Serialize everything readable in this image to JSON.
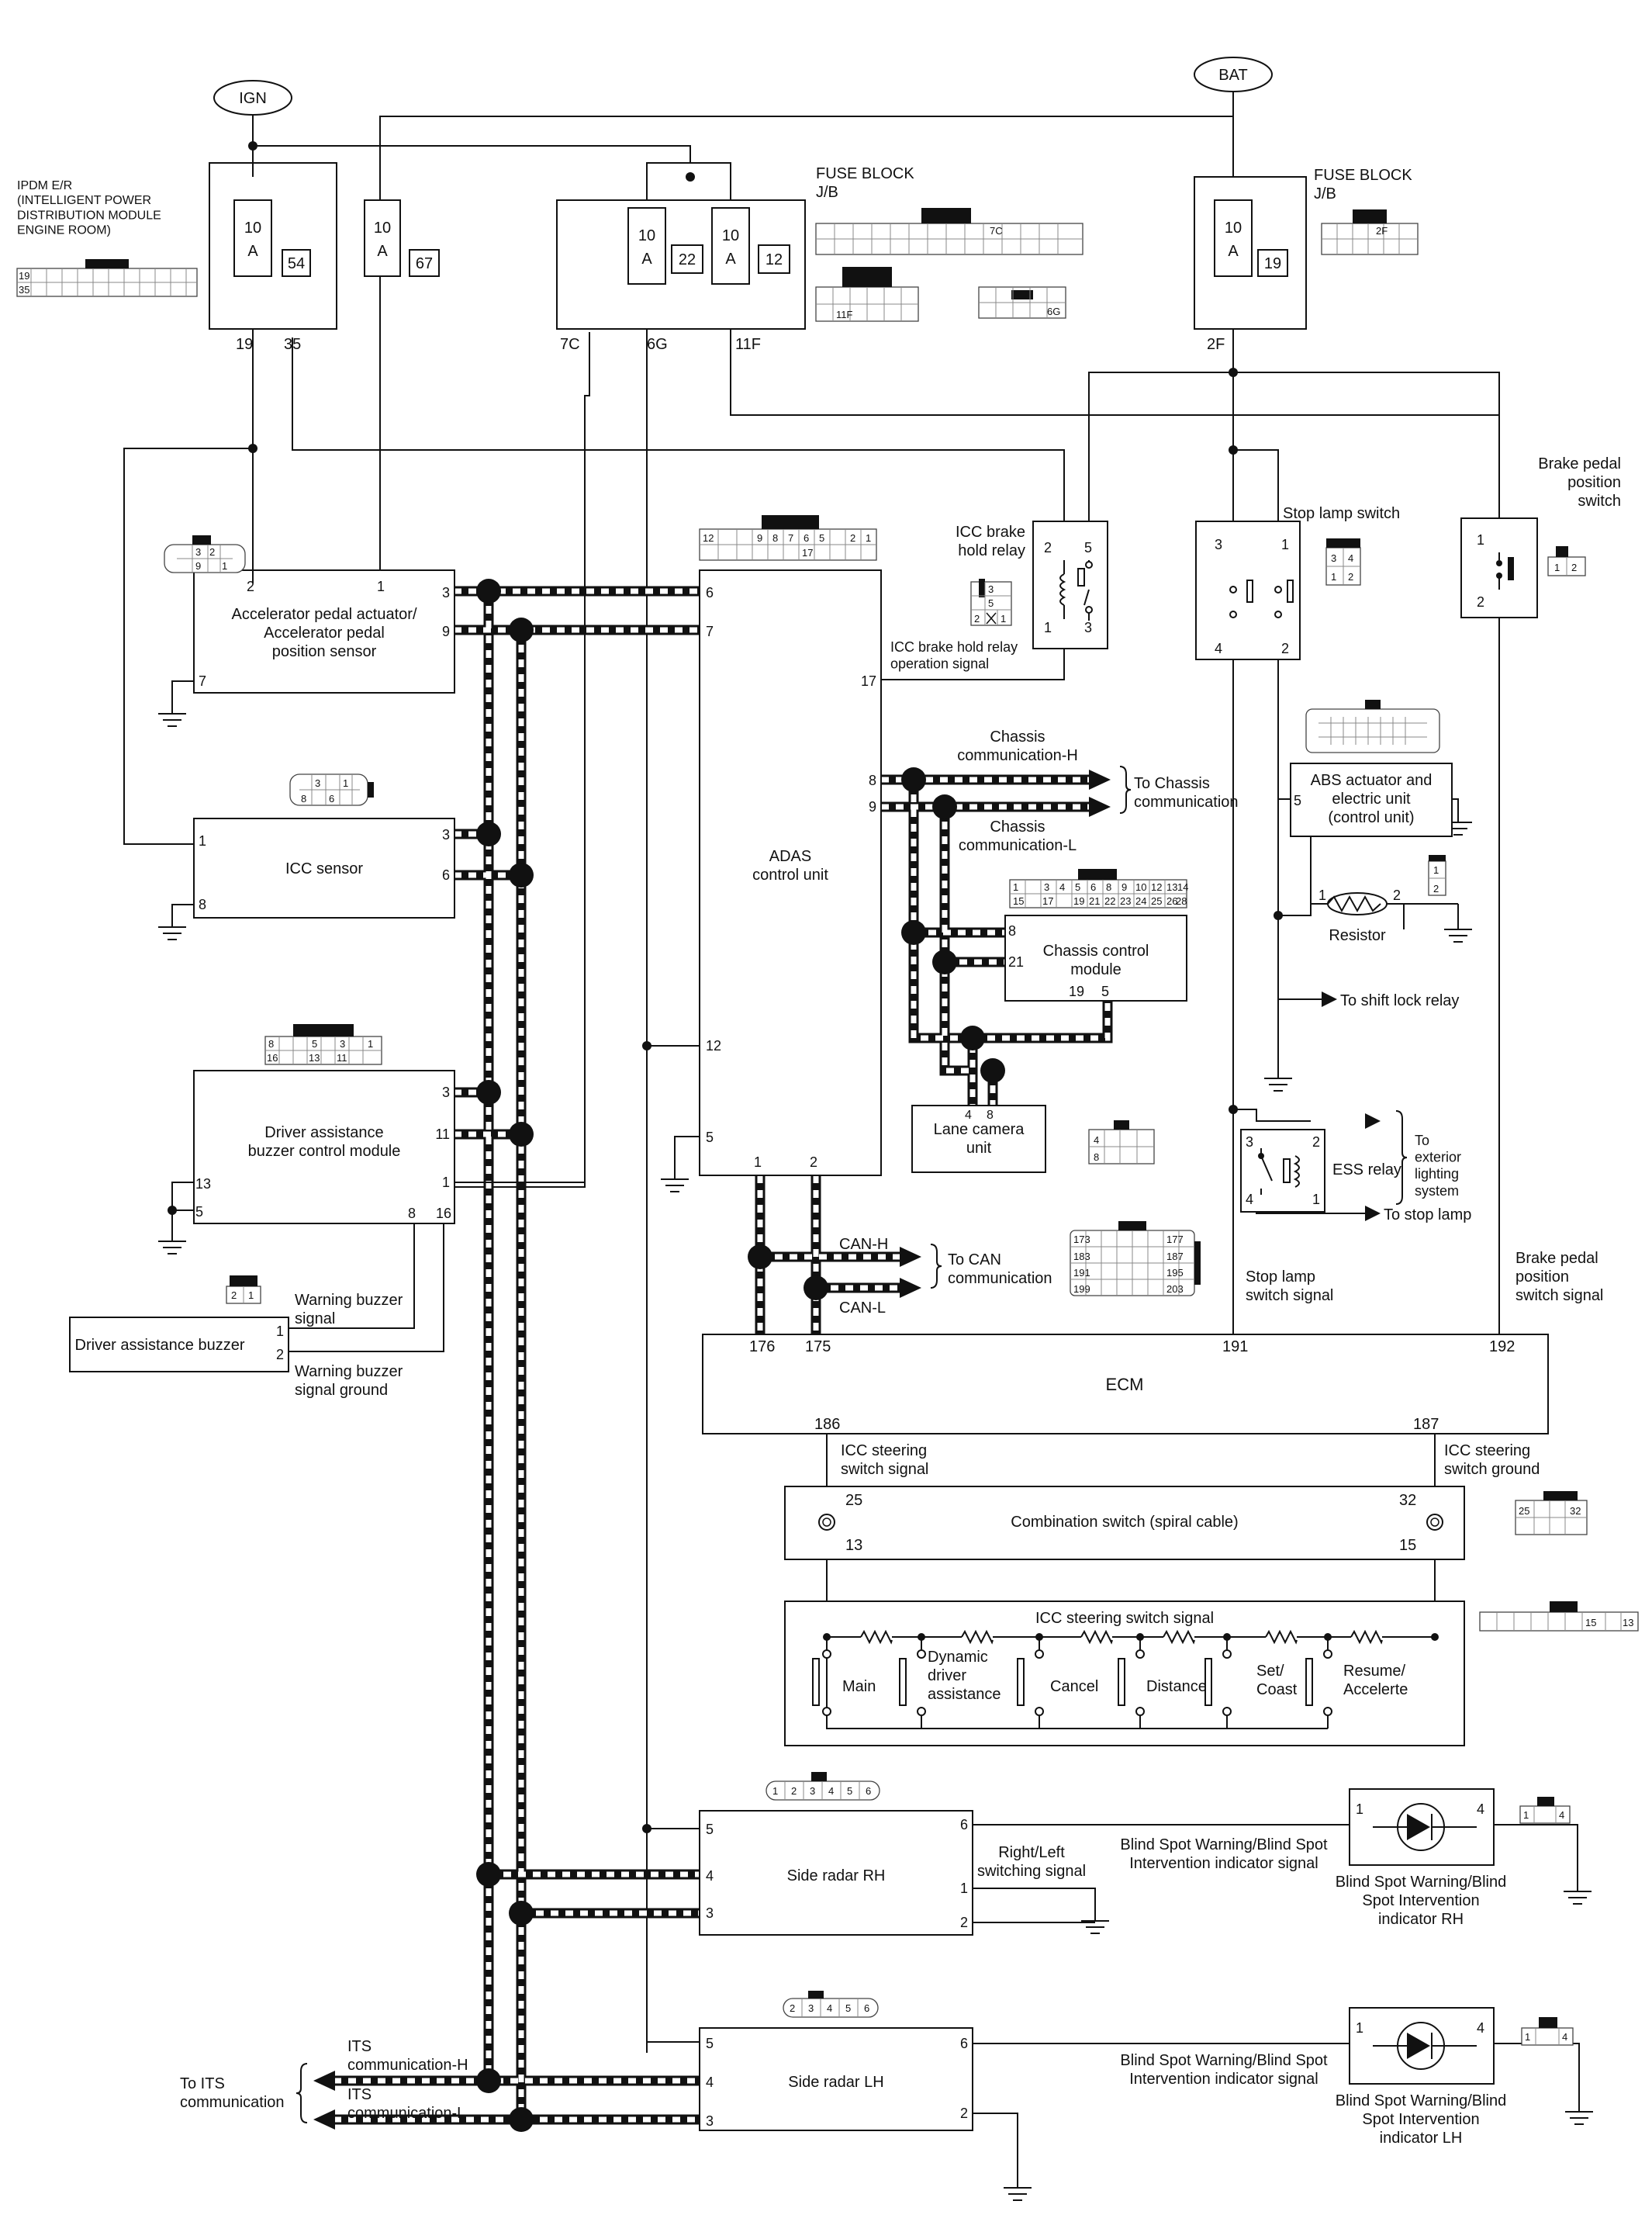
{
  "power": {
    "ign": "IGN",
    "bat": "BAT"
  },
  "ipdm": {
    "title": "IPDM E/R\n(INTELLIGENT POWER\nDISTRIBUTION MODULE\nENGINE ROOM)",
    "fuse54_a": "10",
    "fuse54_b": "A",
    "fuse54_no": "54",
    "fuse67_a": "10",
    "fuse67_b": "A",
    "fuse67_no": "67",
    "pin19": "19",
    "pin35": "35",
    "conn_pins": [
      "19",
      "35"
    ]
  },
  "fuse_block_center": {
    "title": "FUSE BLOCK\nJ/B",
    "fuse22_a": "10",
    "fuse22_b": "A",
    "fuse22_no": "22",
    "fuse12_a": "10",
    "fuse12_b": "A",
    "fuse12_no": "12",
    "pin7c": "7C",
    "pin6g": "6G",
    "pin11f": "11F",
    "conn_7c": "7C",
    "conn_11f": "11F",
    "conn_6g": "6G"
  },
  "fuse_block_right": {
    "title": "FUSE BLOCK\nJ/B",
    "fuse19_a": "10",
    "fuse19_b": "A",
    "fuse19_no": "19",
    "pin2f": "2F",
    "conn": "2F"
  },
  "accel": {
    "name": "Accelerator pedal actuator/\nAccelerator pedal\nposition sensor",
    "p2": "2",
    "p1": "1",
    "p3": "3",
    "p9": "9",
    "p7": "7",
    "conn": [
      "3",
      "2",
      "9",
      "1"
    ]
  },
  "icc_sensor": {
    "name": "ICC sensor",
    "p1": "1",
    "p3": "3",
    "p6": "6",
    "p8": "8",
    "conn": [
      "3",
      "1",
      "8",
      "6"
    ]
  },
  "buzzer_module": {
    "name": "Driver assistance\nbuzzer control module",
    "p3": "3",
    "p11": "11",
    "p13": "13",
    "p5": "5",
    "p1": "1",
    "p8": "8",
    "p16": "16",
    "conn_top": [
      "8",
      "5",
      "3",
      "1"
    ],
    "conn_bot": [
      "16",
      "13",
      "11"
    ]
  },
  "buzzer": {
    "name": "Driver assistance buzzer",
    "p1": "1",
    "p2": "2",
    "sig": "Warning buzzer\nsignal",
    "gnd": "Warning buzzer\nsignal ground",
    "conn": [
      "2",
      "1"
    ]
  },
  "adas": {
    "name": "ADAS\ncontrol unit",
    "p6": "6",
    "p7": "7",
    "p17": "17",
    "p8": "8",
    "p9": "9",
    "p12": "12",
    "p5": "5",
    "b1": "1",
    "b2": "2",
    "conn_top": [
      "12",
      "9",
      "8",
      "7",
      "6",
      "5",
      "2",
      "1"
    ],
    "conn_bot": "17"
  },
  "icc_relay": {
    "name": "ICC brake\nhold relay",
    "p2": "2",
    "p5": "5",
    "p1": "1",
    "p3": "3",
    "sig": "ICC brake hold relay\noperation signal",
    "conn": [
      "3",
      "5",
      "2",
      "1"
    ]
  },
  "stop_switch": {
    "name": "Stop lamp switch",
    "p3": "3",
    "p1": "1",
    "p4": "4",
    "p2": "2",
    "conn": [
      "3",
      "4",
      "1",
      "2"
    ]
  },
  "brake_switch": {
    "name": "Brake pedal\nposition\nswitch",
    "p1": "1",
    "p2": "2",
    "conn": [
      "1",
      "2"
    ]
  },
  "chassis_comm": {
    "h": "Chassis\ncommunication-H",
    "l": "Chassis\ncommunication-L",
    "to": "To Chassis\ncommunication"
  },
  "abs": {
    "name": "ABS actuator and\nelectric unit\n(control unit)",
    "p5": "5"
  },
  "ccm": {
    "name": "Chassis control\nmodule",
    "p8": "8",
    "p21": "21",
    "p19": "19",
    "p5": "5",
    "conn_top": [
      "1",
      "3",
      "4",
      "5",
      "6",
      "8",
      "9",
      "10",
      "12",
      "13",
      "14"
    ],
    "conn_bot": [
      "15",
      "17",
      "19",
      "21",
      "22",
      "23",
      "24",
      "25",
      "26",
      "28"
    ]
  },
  "resistor": {
    "name": "Resistor",
    "p1": "1",
    "p2": "2",
    "conn": [
      "1",
      "2"
    ]
  },
  "shift_lock": "To shift lock relay",
  "lane_camera": {
    "name": "Lane camera\nunit",
    "p4": "4",
    "p8": "8",
    "conn": [
      "4",
      "8"
    ]
  },
  "ess": {
    "name": "ESS relay",
    "p3": "3",
    "p2": "2",
    "p4": "4",
    "p1": "1",
    "to_ext": "To\nexterior\nlighting\nsystem",
    "to_stop": "To stop lamp"
  },
  "can": {
    "h": "CAN-H",
    "l": "CAN-L",
    "to": "To CAN\ncommunication"
  },
  "ecm": {
    "name": "ECM",
    "p176": "176",
    "p175": "175",
    "p191": "191",
    "p192": "192",
    "p186": "186",
    "p187": "187",
    "stop_sig": "Stop lamp\nswitch signal",
    "brake_sig": "Brake pedal\nposition\nswitch signal",
    "conn": [
      "173",
      "177",
      "183",
      "187",
      "191",
      "195",
      "199",
      "203"
    ]
  },
  "combo": {
    "name": "Combination switch (spiral cable)",
    "p25": "25",
    "p32": "32",
    "p13": "13",
    "p15": "15",
    "sig": "ICC steering\nswitch signal",
    "gnd": "ICC steering\nswitch ground",
    "conn": [
      "25",
      "32"
    ]
  },
  "steer": {
    "title": "ICC steering switch signal",
    "main": "Main",
    "dda": "Dynamic\ndriver\nassistance",
    "cancel": "Cancel",
    "distance": "Distance",
    "set": "Set/\nCoast",
    "resume": "Resume/\nAccelerte",
    "conn": [
      "15",
      "13"
    ]
  },
  "radar_rh": {
    "name": "Side radar RH",
    "p5": "5",
    "p4": "4",
    "p3": "3",
    "p6": "6",
    "p1": "1",
    "p2": "2",
    "rl": "Right/Left\nswitching signal",
    "bsw_sig": "Blind Spot Warning/Blind Spot\nIntervention indicator signal",
    "conn": [
      "1",
      "2",
      "3",
      "4",
      "5",
      "6"
    ]
  },
  "ind_rh": {
    "name": "Blind Spot Warning/Blind\nSpot Intervention\nindicator RH",
    "p1": "1",
    "p4": "4",
    "conn": [
      "1",
      "4"
    ]
  },
  "radar_lh": {
    "name": "Side radar LH",
    "p5": "5",
    "p4": "4",
    "p3": "3",
    "p6": "6",
    "p2": "2",
    "bsw_sig": "Blind Spot Warning/Blind Spot\nIntervention indicator signal",
    "conn": [
      "2",
      "3",
      "4",
      "5",
      "6"
    ]
  },
  "ind_lh": {
    "name": "Blind Spot Warning/Blind\nSpot Intervention\nindicator LH",
    "p1": "1",
    "p4": "4",
    "conn": [
      "1",
      "4"
    ]
  },
  "its": {
    "h": "ITS\ncommunication-H",
    "l": "ITS\ncommunication-L",
    "to": "To ITS\ncommunication"
  }
}
